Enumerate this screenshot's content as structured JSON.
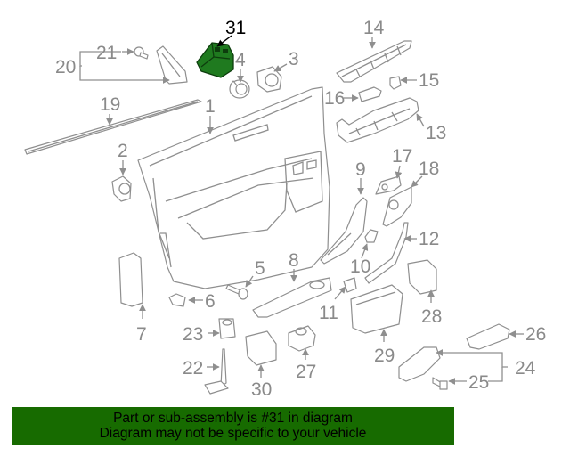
{
  "diagram": {
    "highlighted_part": "31",
    "highlight_color": "#1f7a1f",
    "callouts": [
      {
        "id": "1",
        "label": "1"
      },
      {
        "id": "2",
        "label": "2"
      },
      {
        "id": "3",
        "label": "3"
      },
      {
        "id": "4",
        "label": "4"
      },
      {
        "id": "5",
        "label": "5"
      },
      {
        "id": "6",
        "label": "6"
      },
      {
        "id": "7",
        "label": "7"
      },
      {
        "id": "8",
        "label": "8"
      },
      {
        "id": "9",
        "label": "9"
      },
      {
        "id": "10",
        "label": "10"
      },
      {
        "id": "11",
        "label": "11"
      },
      {
        "id": "12",
        "label": "12"
      },
      {
        "id": "13",
        "label": "13"
      },
      {
        "id": "14",
        "label": "14"
      },
      {
        "id": "15",
        "label": "15"
      },
      {
        "id": "16",
        "label": "16"
      },
      {
        "id": "17",
        "label": "17"
      },
      {
        "id": "18",
        "label": "18"
      },
      {
        "id": "19",
        "label": "19"
      },
      {
        "id": "20",
        "label": "20"
      },
      {
        "id": "21",
        "label": "21"
      },
      {
        "id": "22",
        "label": "22"
      },
      {
        "id": "23",
        "label": "23"
      },
      {
        "id": "24",
        "label": "24"
      },
      {
        "id": "25",
        "label": "25"
      },
      {
        "id": "26",
        "label": "26"
      },
      {
        "id": "27",
        "label": "27"
      },
      {
        "id": "28",
        "label": "28"
      },
      {
        "id": "29",
        "label": "29"
      },
      {
        "id": "30",
        "label": "30"
      },
      {
        "id": "31",
        "label": "31"
      }
    ]
  },
  "footer": {
    "line1": "Part or sub-assembly is #31 in diagram",
    "line2": "Diagram may not be specific to your vehicle",
    "background_color": "#176b00"
  }
}
